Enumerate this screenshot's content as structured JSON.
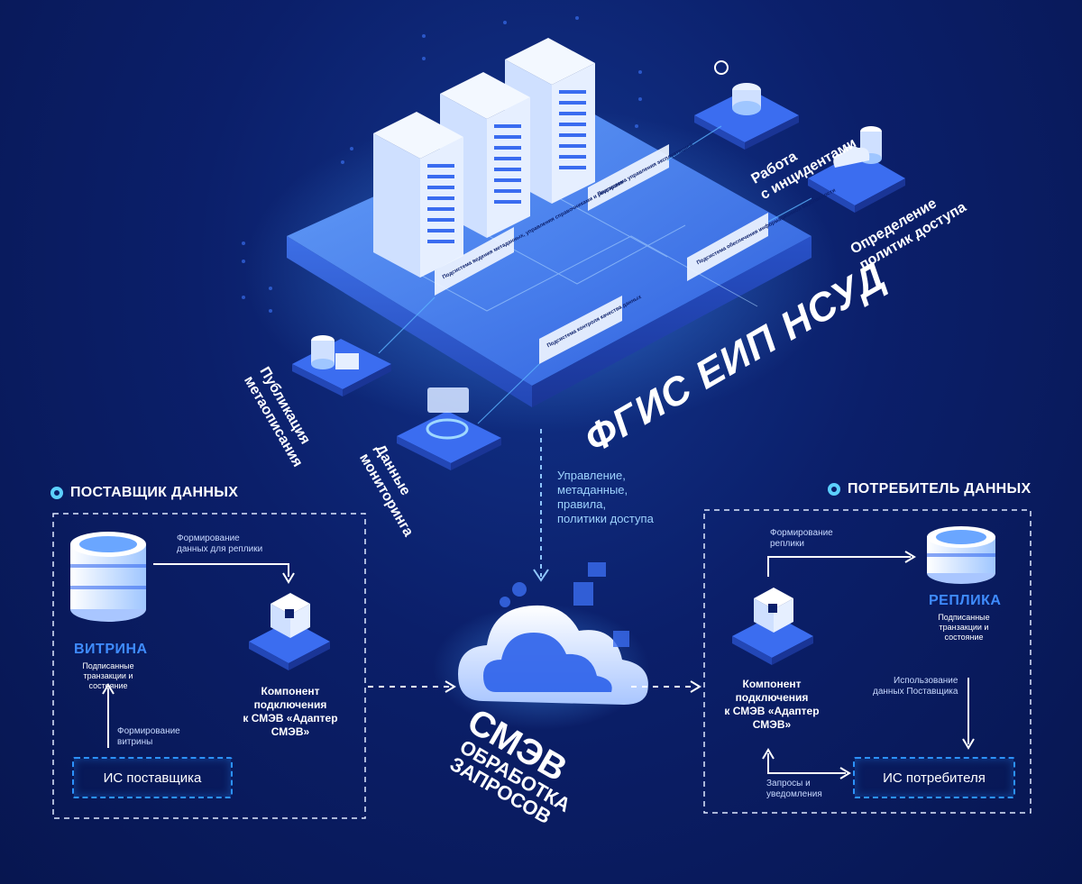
{
  "platform": {
    "title": "ФГИС ЕИП НСУД",
    "subsystems": [
      "Подсистема ведения метаданных, управления справочниками и реестрами",
      "Подсистема управления эксплуатацией",
      "Подсистема обеспечения информационной безопасности",
      "Подсистема контроля качества данных"
    ],
    "satellites": {
      "incidents": [
        "Работа",
        "с инцидентами"
      ],
      "access": [
        "Определение",
        "политик доступа"
      ],
      "publication": [
        "Публикация",
        "метаописания"
      ],
      "monitoring": [
        "Данные",
        "мониторинга"
      ]
    }
  },
  "control_flow": {
    "lines": [
      "Управление,",
      "метаданные,",
      "правила,",
      "политики доступа"
    ]
  },
  "smev": {
    "title": "СМЭВ",
    "subtitle_lines": [
      "ОБРАБОТКА",
      "ЗАПРОСОВ"
    ]
  },
  "provider": {
    "section_title": "ПОСТАВЩИК ДАННЫХ",
    "showcase_name": "ВИТРИНА",
    "showcase_caption": "Подписанные транзакции и состояние",
    "replica_flow_label": [
      "Формирование",
      "данных для реплики"
    ],
    "showcase_flow_label": [
      "Формирование",
      "витрины"
    ],
    "adapter_label": [
      "Компонент",
      "подключения",
      "к СМЭВ «Адаптер",
      "СМЭВ»"
    ],
    "is_label": "ИС поставщика"
  },
  "consumer": {
    "section_title": "ПОТРЕБИТЕЛЬ ДАННЫХ",
    "replica_name": "РЕПЛИКА",
    "replica_caption": [
      "Подписанные",
      "транзакции и",
      "состояние"
    ],
    "replica_flow_label": [
      "Формирование",
      "реплики"
    ],
    "usage_label": [
      "Использование",
      "данных Поставщика"
    ],
    "adapter_label": [
      "Компонент",
      "подключения",
      "к СМЭВ «Адаптер",
      "СМЭВ»"
    ],
    "requests_label": [
      "Запросы и",
      "уведомления"
    ],
    "is_label": "ИС потребителя"
  },
  "colors": {
    "accent": "#2c92ff",
    "ring": "#5cd0ff",
    "control_text": "#9ed3ff",
    "name_blue": "#3f8cff"
  }
}
